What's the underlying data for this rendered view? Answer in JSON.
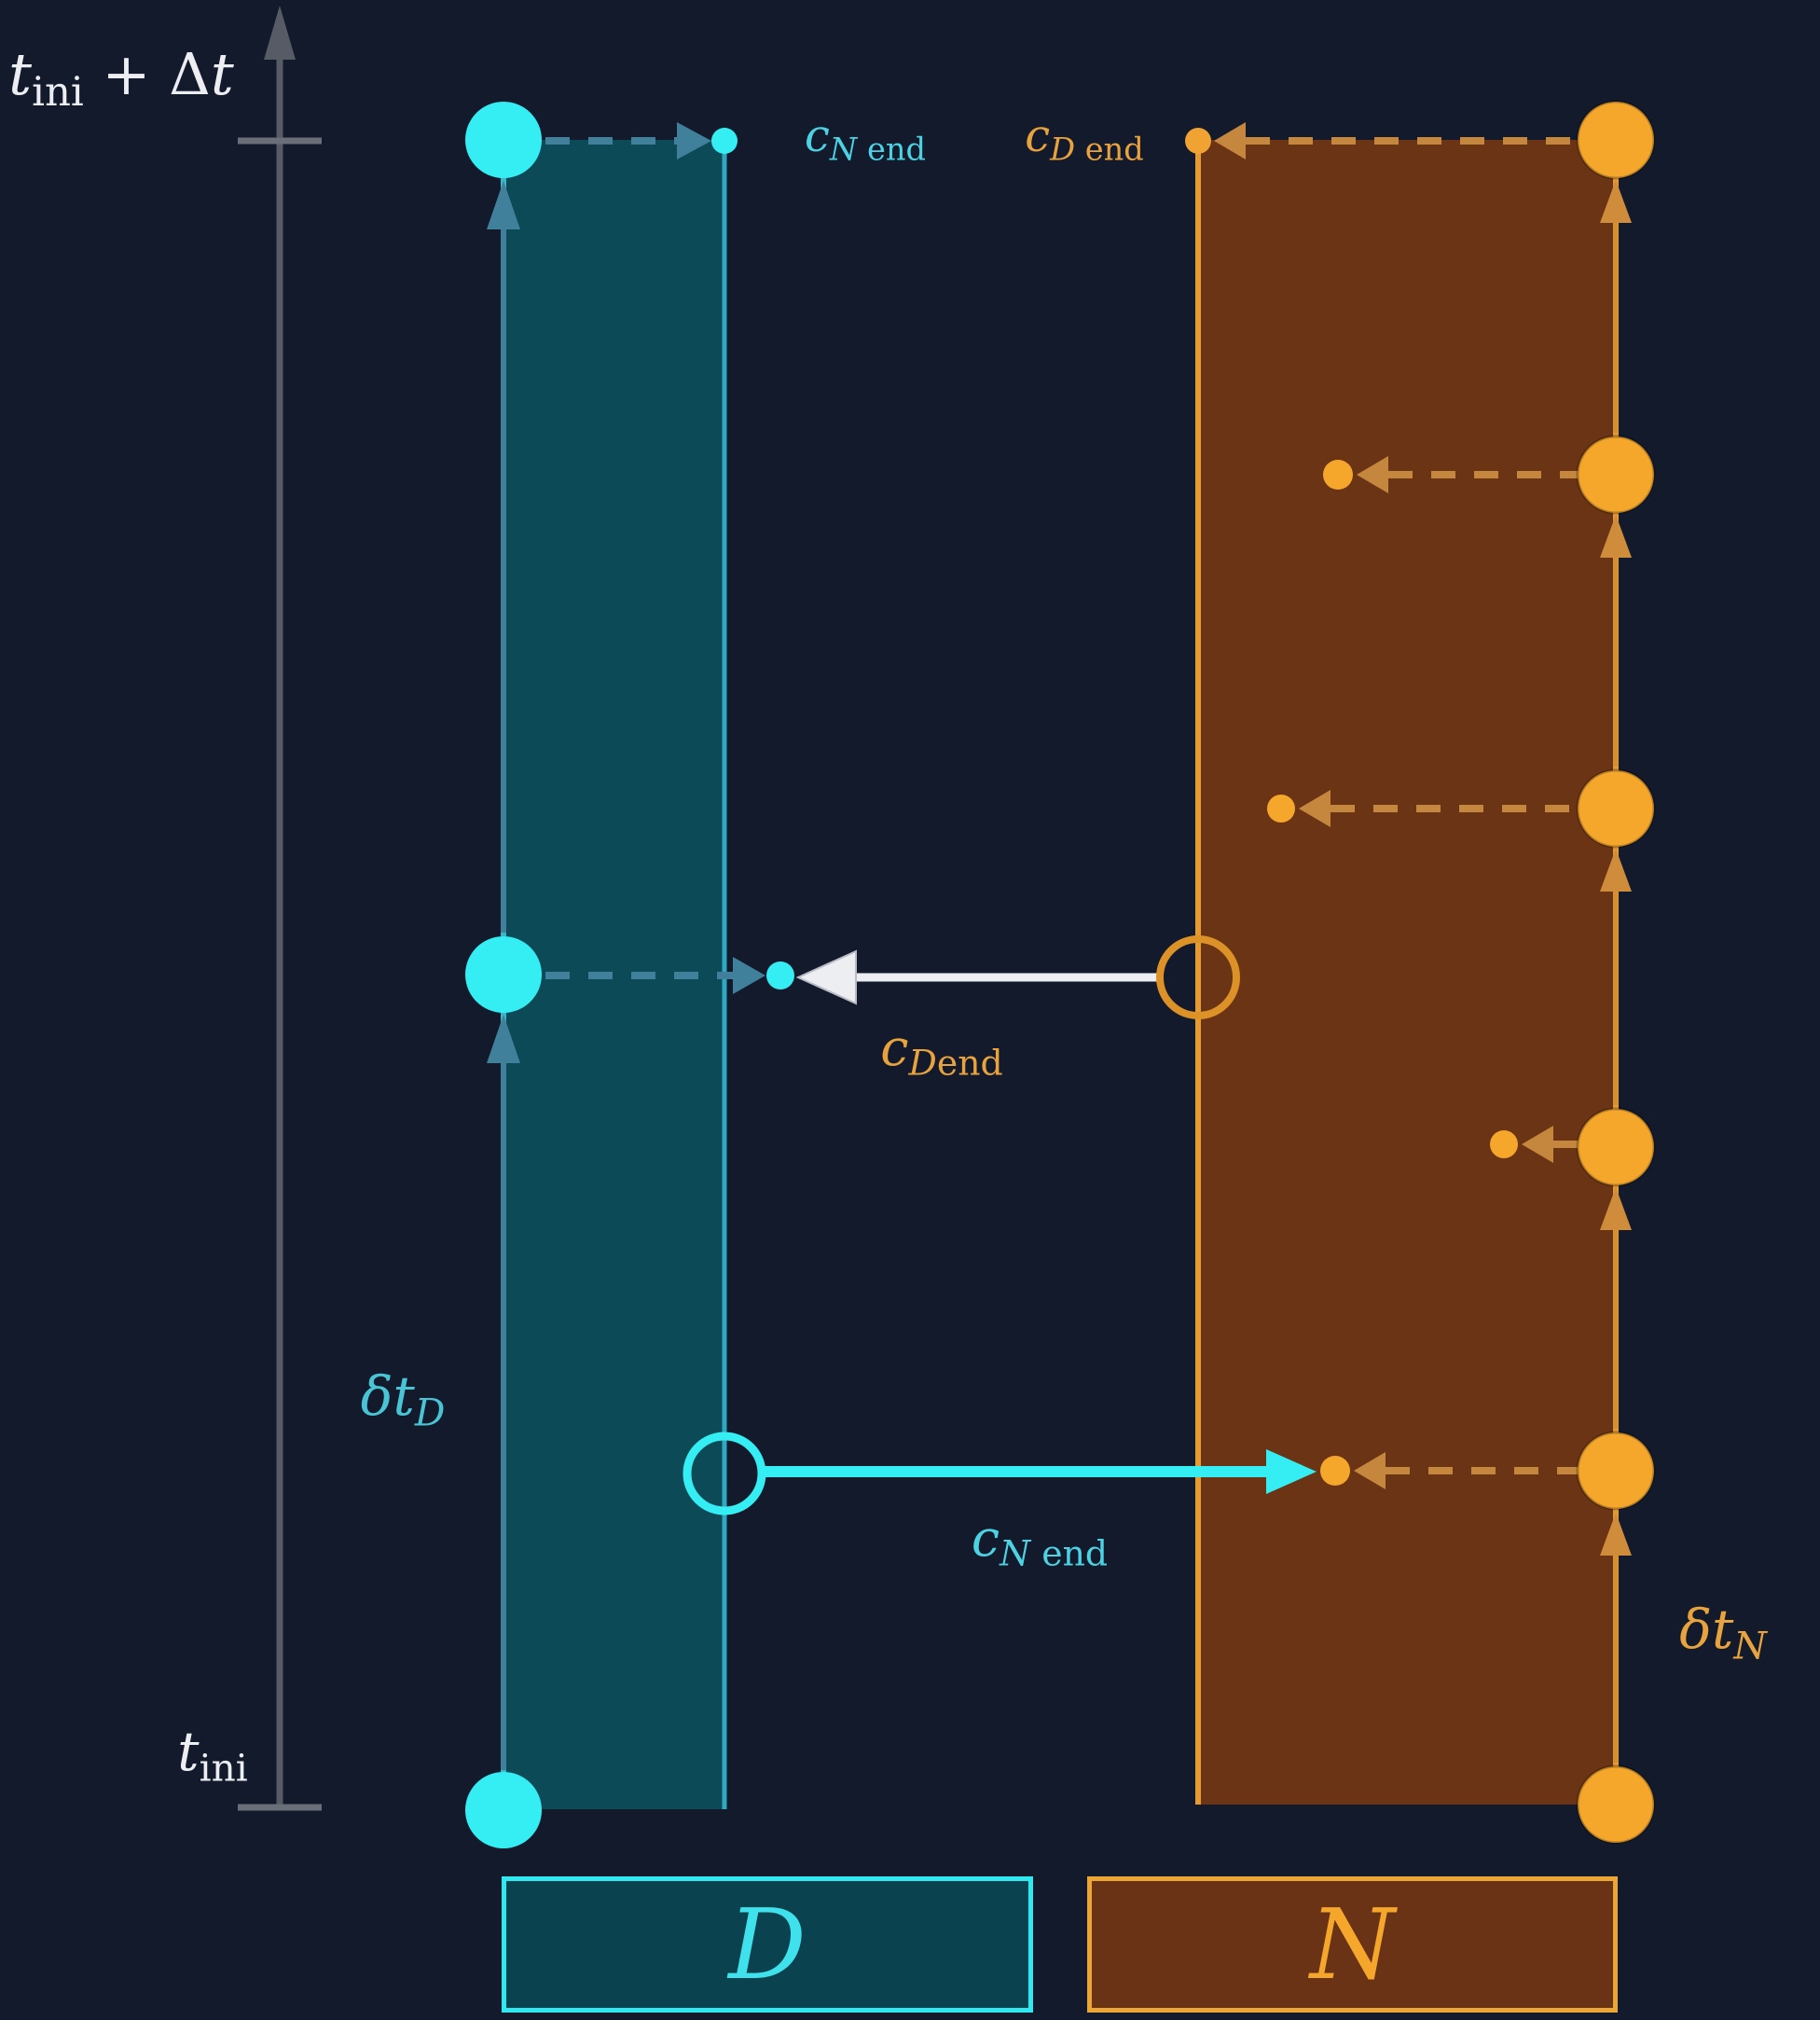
{
  "colors": {
    "bg": "#121a2c",
    "cyan": "#35eef4",
    "cyan-mid": "#41809b",
    "cyan-text": "#4cd2e2",
    "teal-fill": "#0d4a58",
    "teal-edge": "#38b6ca",
    "orange": "#f5a72c",
    "orange-muted": "#c5873e",
    "orange-edge": "#e49a35",
    "orange-text": "#e8a23e",
    "brown-fill": "#6b3415",
    "white": "#eceef2",
    "axis": "#575b66"
  },
  "axis": {
    "top_label": {
      "base": "t",
      "sub": "ini",
      "plus": " + Δ",
      "var2": "t"
    },
    "bottom_label": {
      "base": "t",
      "sub": "ini"
    }
  },
  "annotations": {
    "c_n_end_top": {
      "base": "c",
      "script": "N",
      "suffix": " end"
    },
    "c_d_end_top": {
      "base": "c",
      "script": "D",
      "suffix": " end"
    },
    "c_d_end_mid": {
      "base": "c",
      "script": "D",
      "suffix": "end"
    },
    "c_n_end_mid": {
      "base": "c",
      "script": "N",
      "suffix": " end"
    },
    "dt_d": {
      "base": "δt",
      "script": "D"
    },
    "dt_n": {
      "base": "δt",
      "script": "N"
    }
  },
  "legend": {
    "d_label": "D",
    "n_label": "N"
  }
}
